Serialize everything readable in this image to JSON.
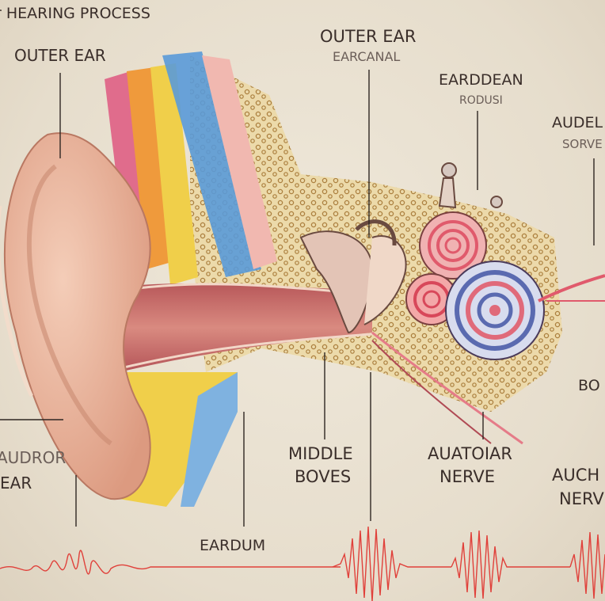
{
  "title": "r HEARING PROCESS",
  "labels": {
    "outer_ear": "OUTER EAR",
    "outer_ear_2": "OUTER EAR",
    "earcanal": "EARCANAL",
    "earddean": "EARDDEAN",
    "rodusi": "RODUSI",
    "audel": "AUDEL",
    "sorve": "SORVE",
    "bo": "BO",
    "audror": "AUDROR",
    "ear": "EAR",
    "middle": "MIDDLE",
    "boves": "BOVES",
    "auatoiar": "AUATOIAR",
    "nerve": "NERVE",
    "auch": "AUCH",
    "nerv": "NERV",
    "eardum": "EARDUM"
  },
  "colors": {
    "skin": "#e9b49c",
    "canal": "#c9706a",
    "bone_dot": "#b88a3c",
    "wave": "#e0403a",
    "layer_pink": "#e06c8c",
    "layer_orange": "#ef9a3c",
    "layer_yellow": "#f0cf4a",
    "layer_blue": "#5a9ad8",
    "cochlea_pink": "#e86a78",
    "cochlea_blue": "#6a86c0"
  }
}
